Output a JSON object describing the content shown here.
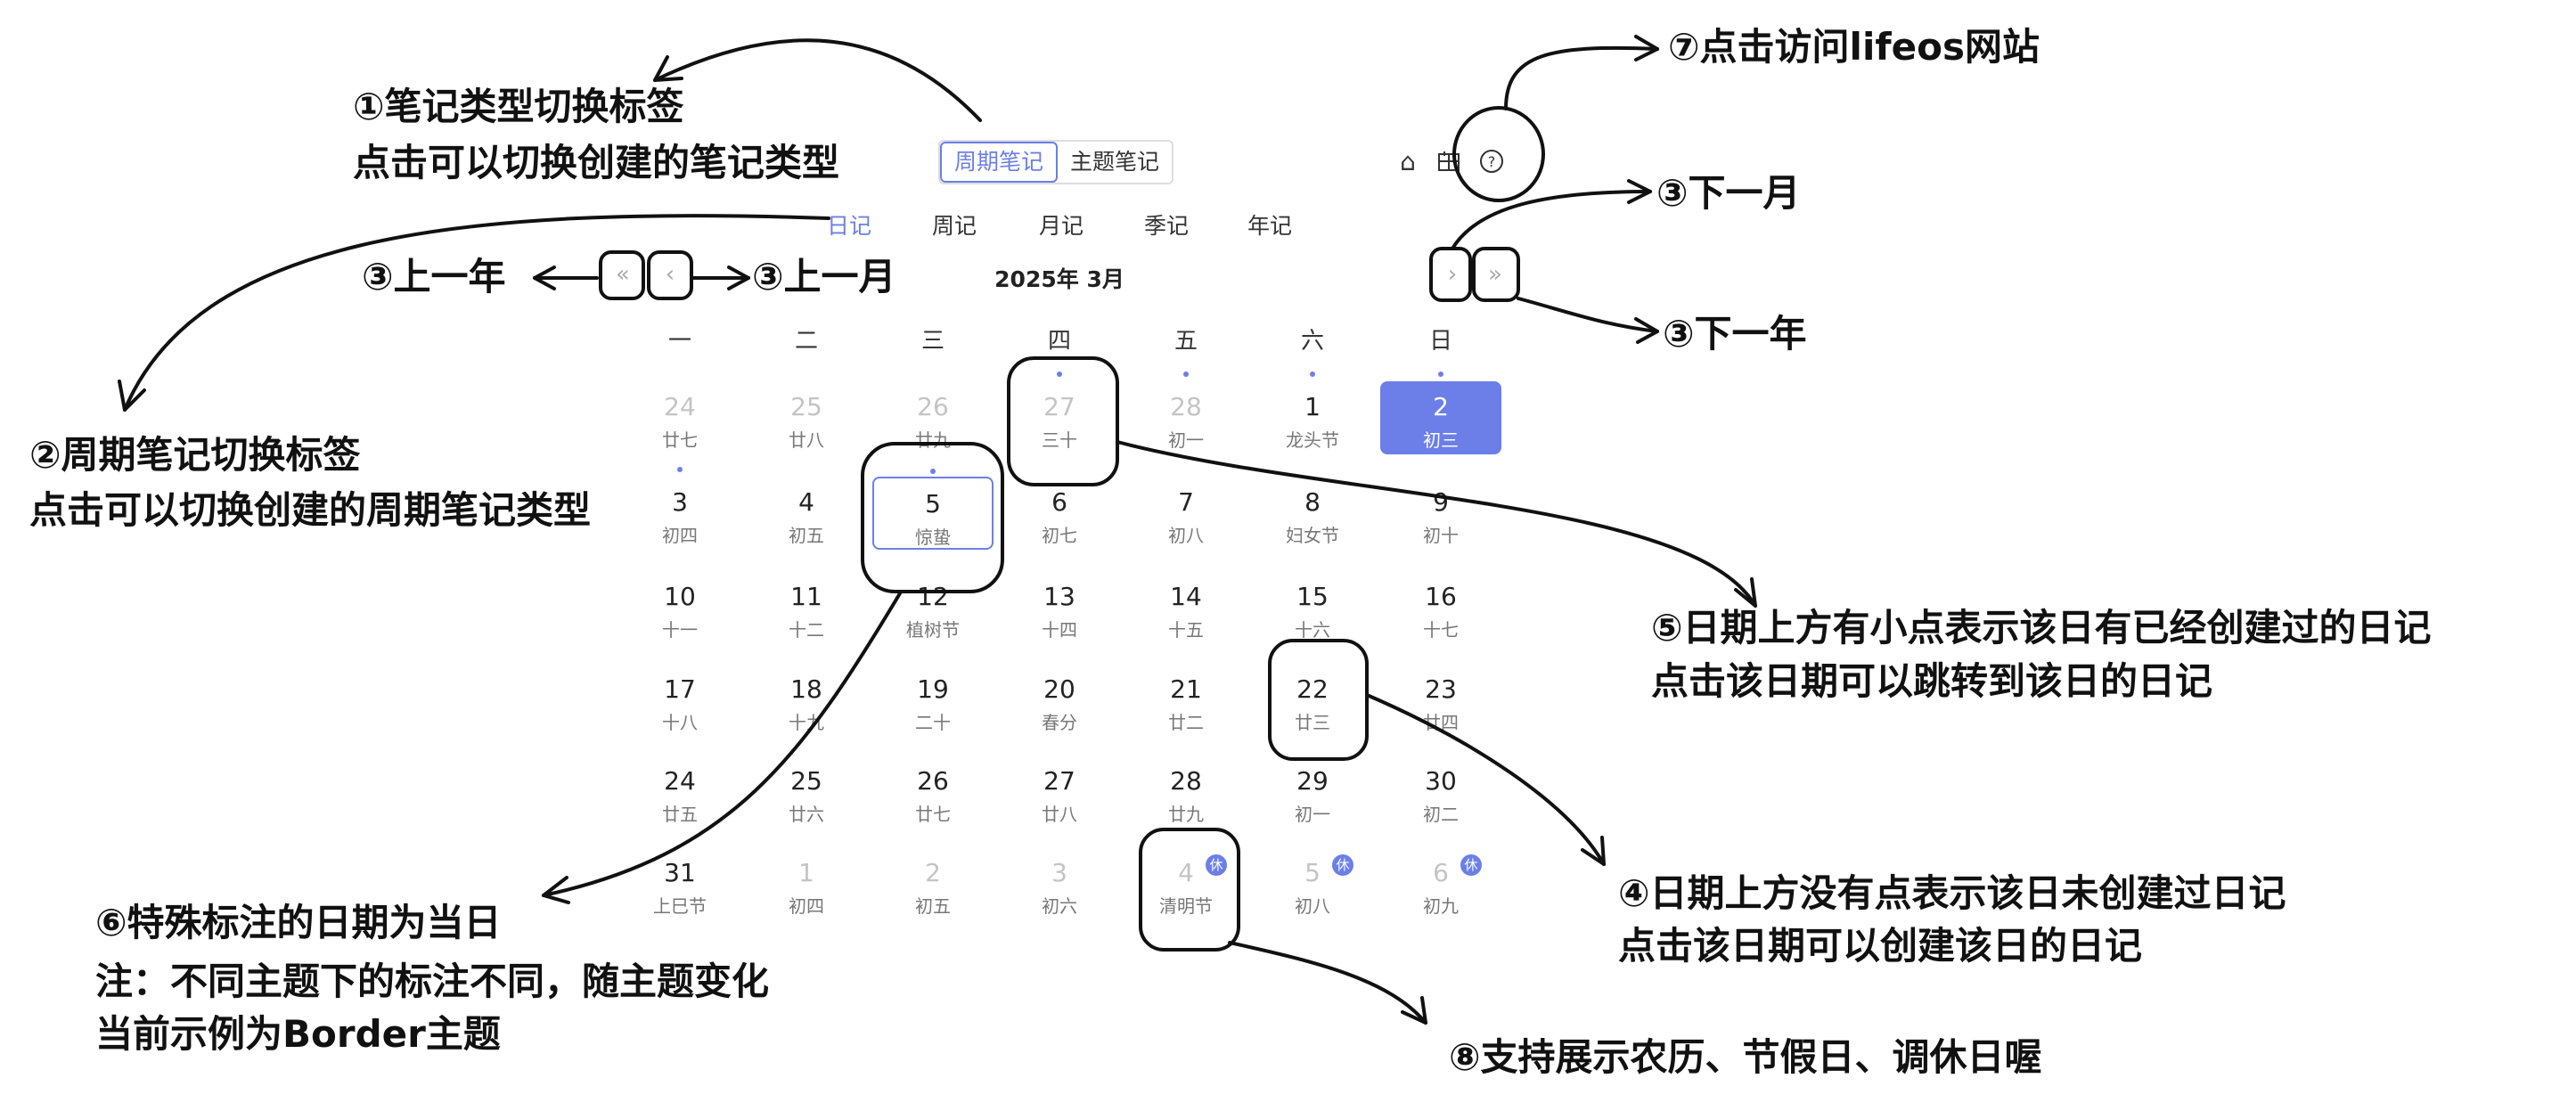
{
  "note_type_tabs": [
    {
      "label": "周期笔记",
      "active": true
    },
    {
      "label": "主题笔记",
      "active": false
    }
  ],
  "icons": [
    "home-icon",
    "calendar-icon",
    "help-icon"
  ],
  "period_tabs": [
    {
      "label": "日记",
      "active": true
    },
    {
      "label": "周记"
    },
    {
      "label": "月记"
    },
    {
      "label": "季记"
    },
    {
      "label": "年记"
    }
  ],
  "calendar": {
    "title": "2025年  3月",
    "nav": {
      "prev_year": "«",
      "prev_month": "‹",
      "next_month": "›",
      "next_year": "»"
    },
    "weekdays": [
      "一",
      "二",
      "三",
      "四",
      "五",
      "六",
      "日"
    ],
    "rest_badge": "休",
    "weeks": [
      [
        {
          "d": "24",
          "l": "廿七",
          "dim": true
        },
        {
          "d": "25",
          "l": "廿八",
          "dim": true
        },
        {
          "d": "26",
          "l": "廿九",
          "dim": true
        },
        {
          "d": "27",
          "l": "三十",
          "dim": true,
          "dot": true
        },
        {
          "d": "28",
          "l": "初一",
          "dim": true,
          "dot": true
        },
        {
          "d": "1",
          "l": "龙头节",
          "dot": true
        },
        {
          "d": "2",
          "l": "初三",
          "dot": true,
          "selected": true
        }
      ],
      [
        {
          "d": "3",
          "l": "初四",
          "dot": true
        },
        {
          "d": "4",
          "l": "初五"
        },
        {
          "d": "5",
          "l": "惊蛰",
          "dot": true,
          "today": true
        },
        {
          "d": "6",
          "l": "初七"
        },
        {
          "d": "7",
          "l": "初八"
        },
        {
          "d": "8",
          "l": "妇女节"
        },
        {
          "d": "9",
          "l": "初十"
        }
      ],
      [
        {
          "d": "10",
          "l": "十一"
        },
        {
          "d": "11",
          "l": "十二"
        },
        {
          "d": "12",
          "l": "植树节"
        },
        {
          "d": "13",
          "l": "十四"
        },
        {
          "d": "14",
          "l": "十五"
        },
        {
          "d": "15",
          "l": "十六"
        },
        {
          "d": "16",
          "l": "十七"
        }
      ],
      [
        {
          "d": "17",
          "l": "十八"
        },
        {
          "d": "18",
          "l": "十九"
        },
        {
          "d": "19",
          "l": "二十"
        },
        {
          "d": "20",
          "l": "春分"
        },
        {
          "d": "21",
          "l": "廿二"
        },
        {
          "d": "22",
          "l": "廿三"
        },
        {
          "d": "23",
          "l": "廿四"
        }
      ],
      [
        {
          "d": "24",
          "l": "廿五"
        },
        {
          "d": "25",
          "l": "廿六"
        },
        {
          "d": "26",
          "l": "廿七"
        },
        {
          "d": "27",
          "l": "廿八"
        },
        {
          "d": "28",
          "l": "廿九"
        },
        {
          "d": "29",
          "l": "初一"
        },
        {
          "d": "30",
          "l": "初二"
        }
      ],
      [
        {
          "d": "31",
          "l": "上巳节"
        },
        {
          "d": "1",
          "l": "初四",
          "dim": true
        },
        {
          "d": "2",
          "l": "初五",
          "dim": true
        },
        {
          "d": "3",
          "l": "初六",
          "dim": true
        },
        {
          "d": "4",
          "l": "清明节",
          "dim": true,
          "rest": true
        },
        {
          "d": "5",
          "l": "初八",
          "dim": true,
          "rest": true
        },
        {
          "d": "6",
          "l": "初九",
          "dim": true,
          "rest": true
        }
      ]
    ]
  },
  "annotations": {
    "a1_title": "①笔记类型切换标签",
    "a1_desc": "点击可以切换创建的笔记类型",
    "a2_title": "②周期笔记切换标签",
    "a2_desc": "点击可以切换创建的周期笔记类型",
    "prev_year": "③上一年",
    "prev_month": "③上一月",
    "next_month": "③下一月",
    "next_year": "③下一年",
    "a4_title": "④日期上方没有点表示该日未创建过日记",
    "a4_desc": "点击该日期可以创建该日的日记",
    "a5_title": "⑤日期上方有小点表示该日有已经创建过的日记",
    "a5_desc": "点击该日期可以跳转到该日的日记",
    "a6_title": "⑥特殊标注的日期为当日",
    "a6_note": "注：不同主题下的标注不同，随主题变化",
    "a6_example": "当前示例为Border主题",
    "a7": "⑦点击访问lifeos网站",
    "a8": "⑧支持展示农历、节假日、调休日喔"
  },
  "colors": {
    "accent": "#6c7fe8"
  }
}
